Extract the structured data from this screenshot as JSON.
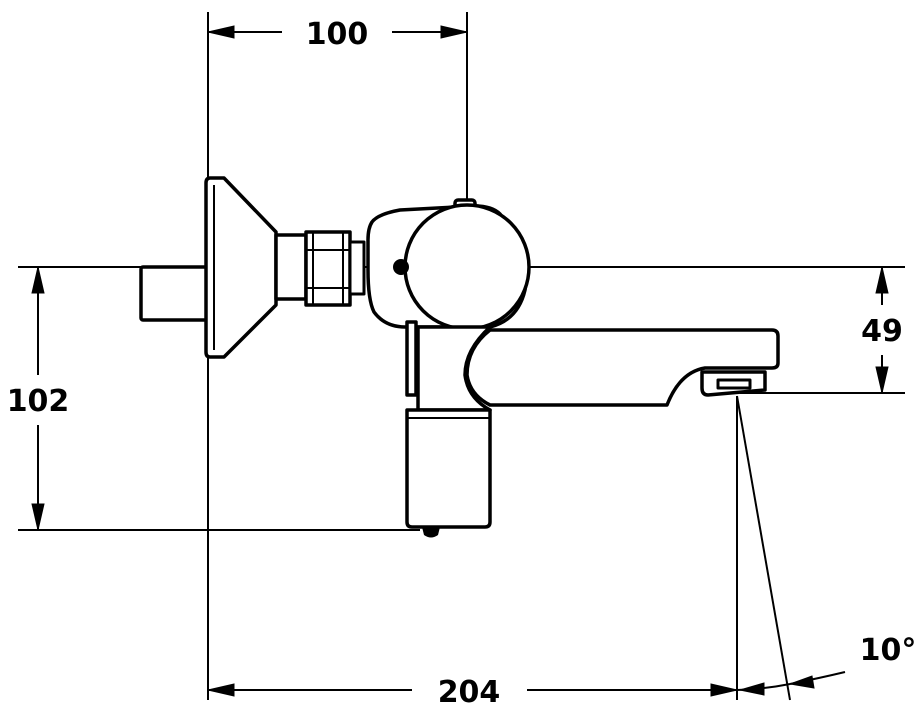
{
  "dimensions": {
    "top_width": "100",
    "overall_length": "204",
    "height": "102",
    "spout_offset": "49",
    "spout_angle": "10°"
  }
}
